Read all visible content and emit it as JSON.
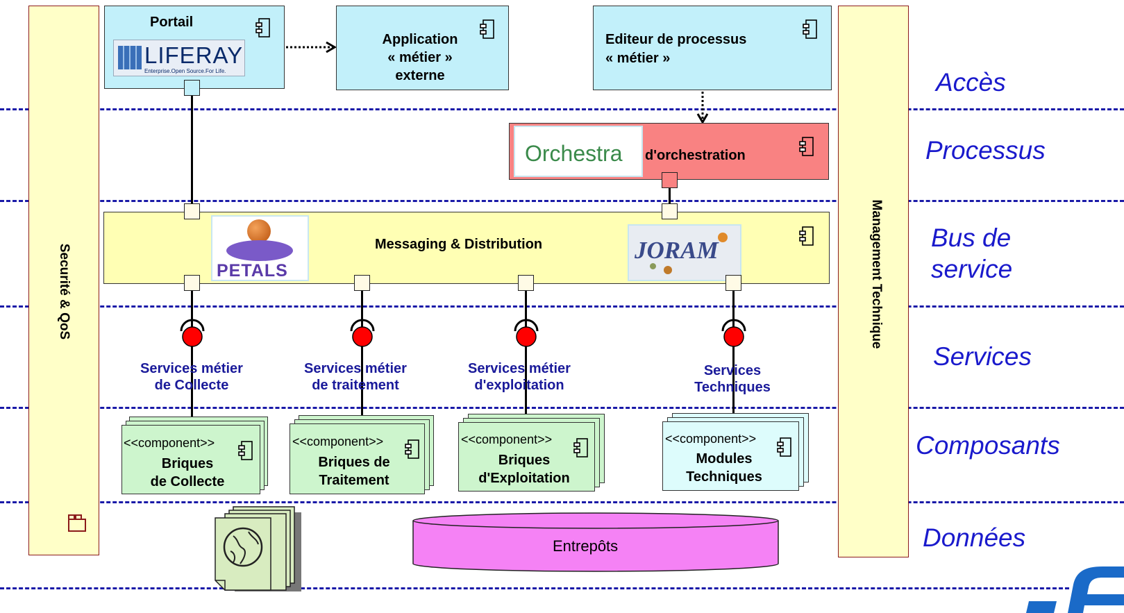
{
  "layers": {
    "acces": "Accès",
    "processus": "Processus",
    "bus_line1": "Bus de",
    "bus_line2": "service",
    "services": "Services",
    "composants": "Composants",
    "donnees": "Données"
  },
  "sides": {
    "security": "Securité & QoS",
    "management": "Management Technique"
  },
  "access": {
    "portail_title": "Portail",
    "liferay_logo": "LIFERAY",
    "liferay_tagline": "Enterprise.Open Source.For Life.",
    "app_line1": "Application",
    "app_line2": "« métier »",
    "app_line3": "externe",
    "editor_line1": "Editeur de processus",
    "editor_line2": "« métier »"
  },
  "process": {
    "orchestra_logo": "Orchestra",
    "label": "d'orchestration"
  },
  "bus": {
    "label": "Messaging & Distribution",
    "petals_logo": "PETALS",
    "joram_logo": "JORAM"
  },
  "services": [
    {
      "line1": "Services métier",
      "line2": "de Collecte"
    },
    {
      "line1": "Services métier",
      "line2": "de traitement"
    },
    {
      "line1": "Services métier",
      "line2": "d'exploitation"
    },
    {
      "line1": "Services",
      "line2": "Techniques"
    }
  ],
  "components": [
    {
      "stereotype": "<<component>>",
      "line1": "Briques",
      "line2": "de Collecte"
    },
    {
      "stereotype": "<<component>>",
      "line1": "Briques de",
      "line2": "Traitement"
    },
    {
      "stereotype": "<<component>>",
      "line1": "Briques",
      "line2": "d'Exploitation"
    },
    {
      "stereotype": "<<component>>",
      "line1": "Modules",
      "line2": "Techniques"
    }
  ],
  "data": {
    "store": "Entrepôts"
  },
  "colors": {
    "dash": "#1a1aa8",
    "side_fill": "#ffffc8",
    "access_fill": "#c2f0fa",
    "orchestra_fill": "#f98282",
    "bus_fill": "#ffffb4",
    "service_ball": "#ff0000",
    "green_card": "#cdf5cd",
    "cyan_card": "#ddfcfc",
    "store_fill": "#f582f5"
  }
}
